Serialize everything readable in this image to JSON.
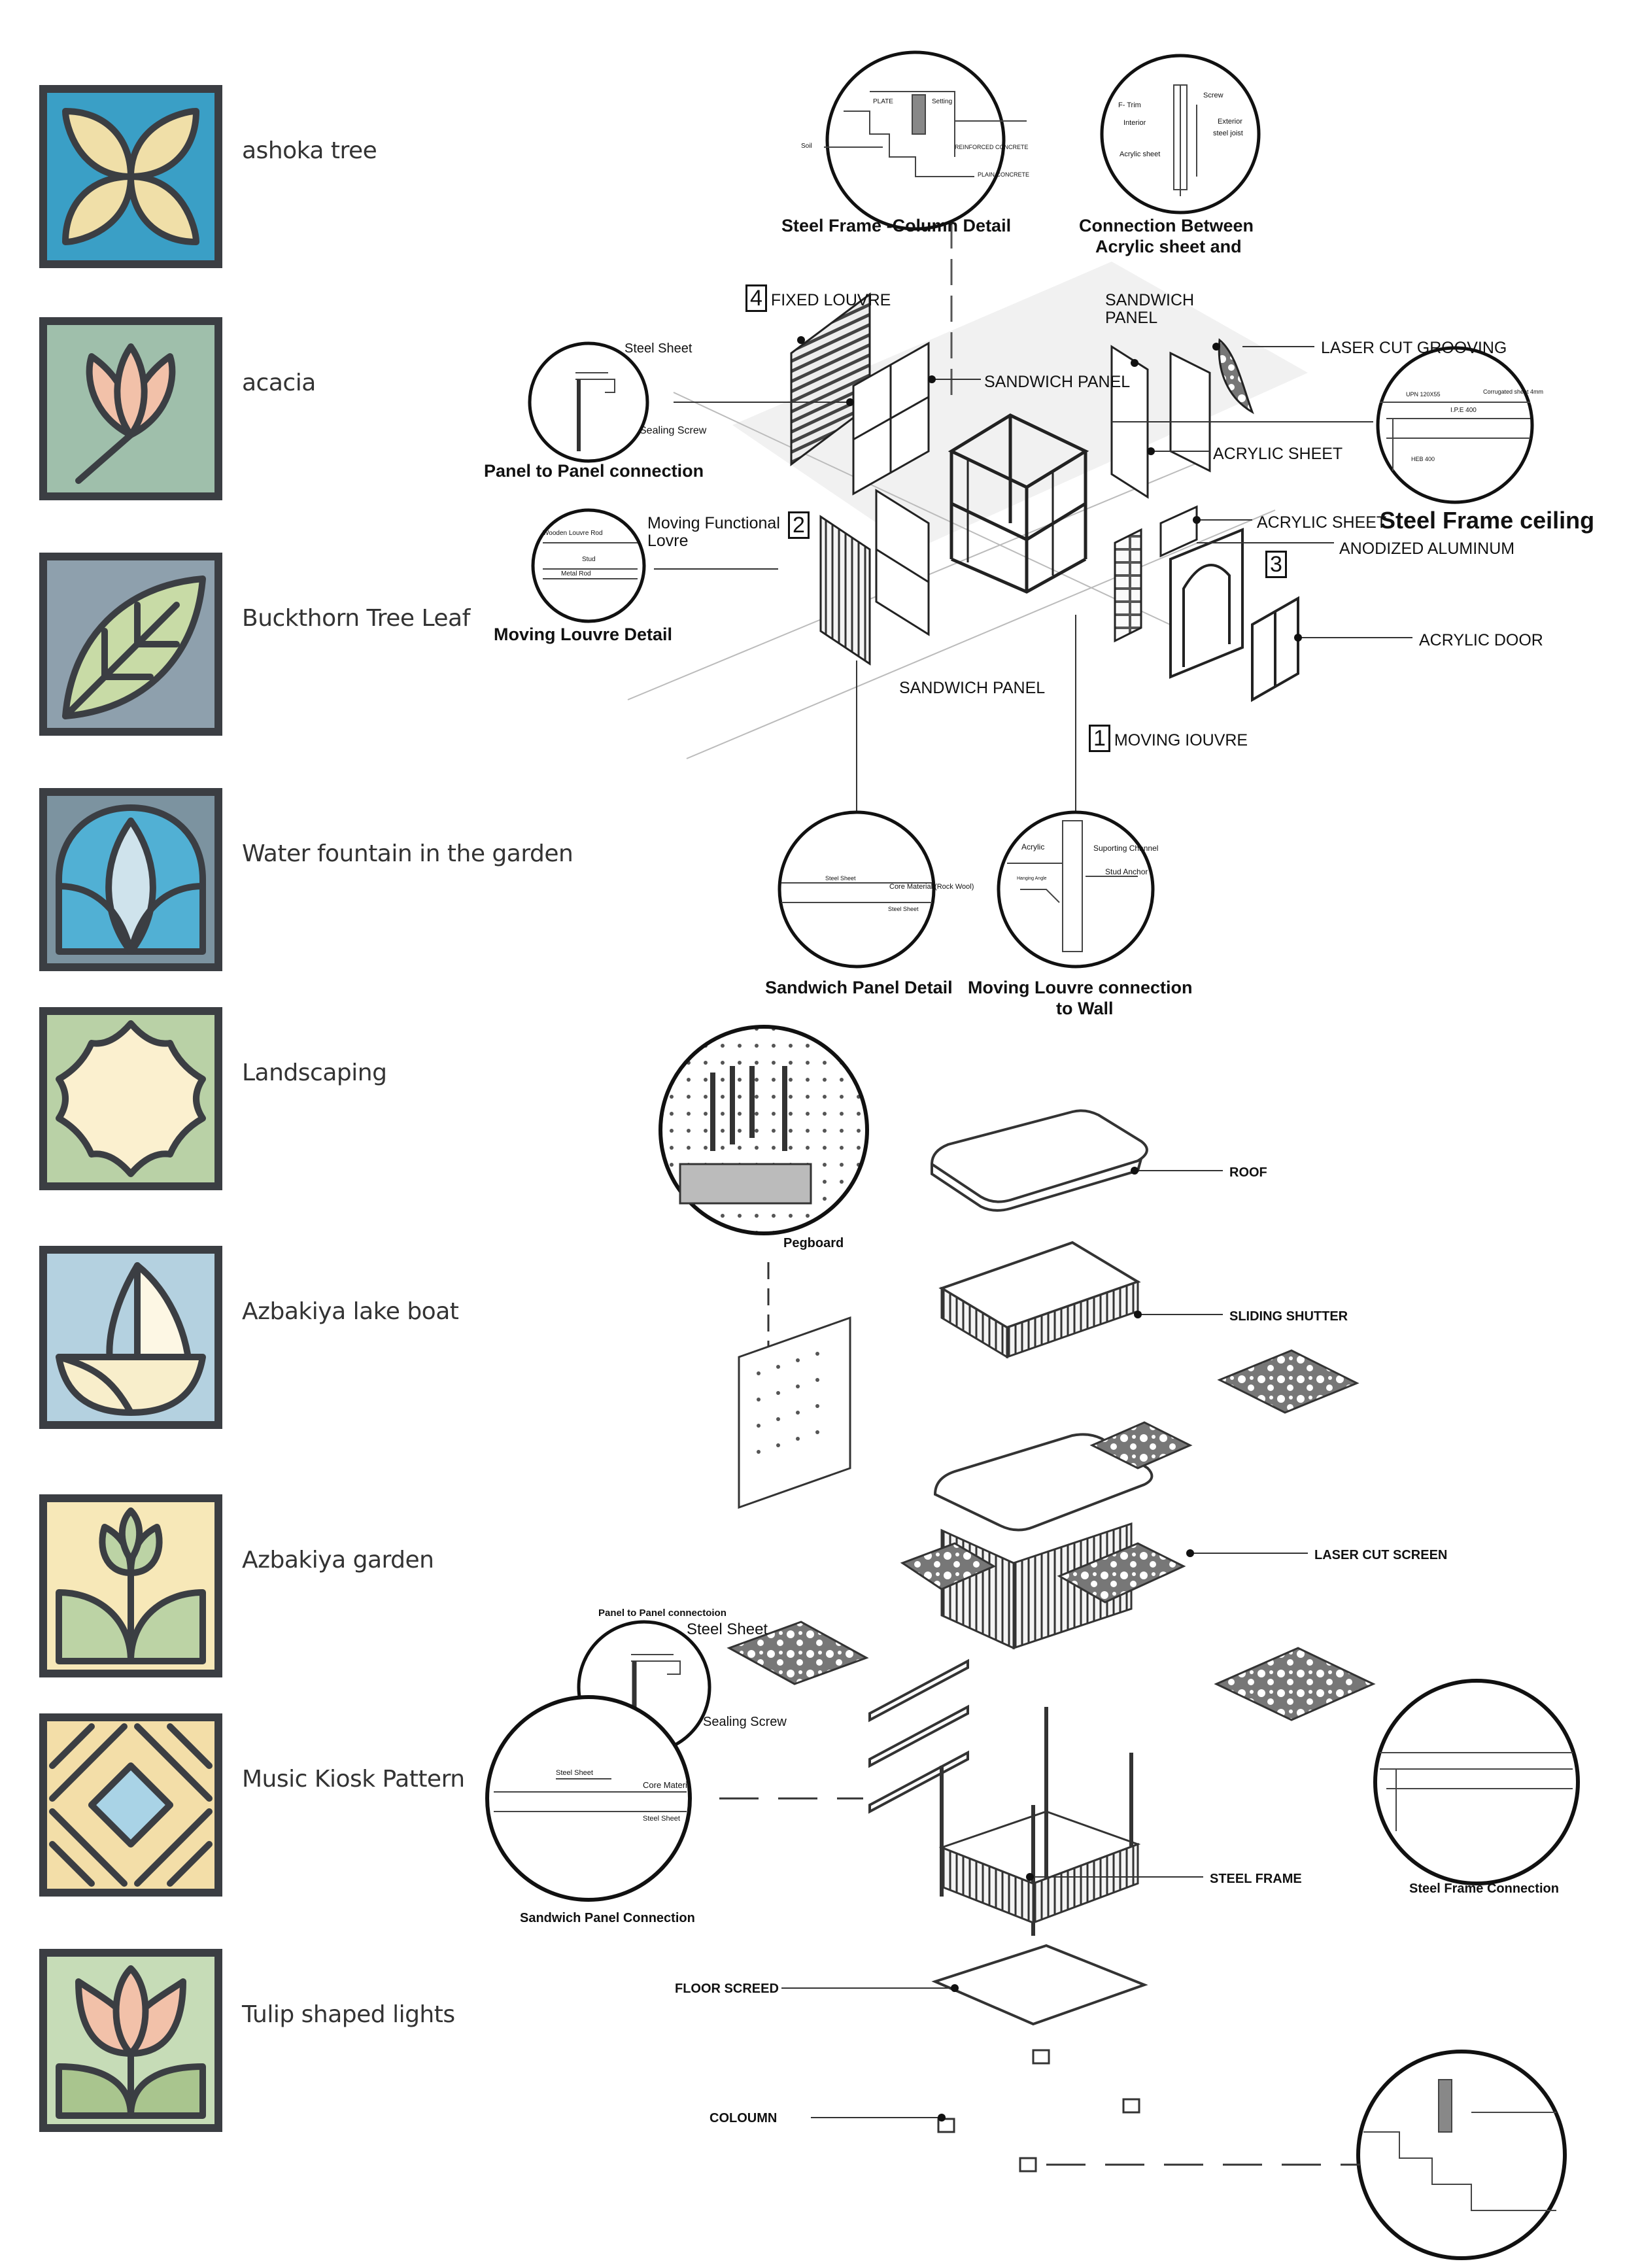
{
  "legend": {
    "items": [
      {
        "label": "ashoka tree",
        "motif": "ashoka-tree-icon",
        "bg": "#3a9fc6",
        "fill": "#f0dfa8"
      },
      {
        "label": "acacia",
        "motif": "acacia-flower-icon",
        "bg": "#9fbfab",
        "fill": "#f2c1a9"
      },
      {
        "label": "Buckthorn Tree Leaf",
        "motif": "buckthorn-leaf-icon",
        "bg": "#8ea0ad",
        "fill": "#c8dba6"
      },
      {
        "label": "Water fountain in the garden",
        "motif": "water-fountain-icon",
        "bg": "#7c93a0",
        "fill": "#51b0d4"
      },
      {
        "label": "Landscaping",
        "motif": "landscaping-flower-icon",
        "bg": "#b9d1a6",
        "fill": "#fbf0cf"
      },
      {
        "label": "Azbakiya lake boat",
        "motif": "boat-icon",
        "bg": "#b4d1e0",
        "fill": "#f8eecb"
      },
      {
        "label": "Azbakiya garden",
        "motif": "garden-plant-icon",
        "bg": "#f7e8b8",
        "fill": "#bcd3a5"
      },
      {
        "label": "Music Kiosk Pattern",
        "motif": "kiosk-pattern-icon",
        "bg": "#f3dea8",
        "fill": "#a9d3e6"
      },
      {
        "label": "Tulip shaped lights",
        "motif": "tulip-icon",
        "bg": "#c6dcb7",
        "fill": "#f2c1a9"
      }
    ],
    "stroke": "#3b3e43"
  },
  "top_diagram": {
    "details": {
      "column_detail": "Steel Frame -Column Detail",
      "acrylic_connection_line1": "Connection Between",
      "acrylic_connection_line2": "Acrylic sheet and",
      "panel_to_panel": "Panel to Panel connection",
      "moving_louvre_detail": "Moving Louvre Detail",
      "sandwich_panel_detail": "Sandwich Panel Detail",
      "moving_louvre_wall_line1": "Moving Louvre connection",
      "moving_louvre_wall_line2": "to Wall",
      "steel_frame_ceiling": "Steel Frame ceiling"
    },
    "labels": {
      "fixed_louvre_num": "4",
      "fixed_louvre": "FIXED LOUVRE",
      "sandwich_panel_top_line1": "SANDWICH",
      "sandwich_panel_top_line2": "PANEL",
      "laser_cut_grooving": "LASER CUT GROOVING",
      "sandwich_panel_mid": "SANDWICH PANEL",
      "acrylic_sheet_1": "ACRYLIC SHEET",
      "acrylic_sheet_2": "ACRYLIC SHEET",
      "anodized_aluminum": "ANODIZED ALUMINUM",
      "moving_functional_line1": "Moving Functional",
      "moving_functional_line2": "Lovre",
      "moving_functional_num": "2",
      "anodized_num": "3",
      "acrylic_door": "ACRYLIC DOOR",
      "sandwich_panel_bottom": "SANDWICH PANEL",
      "moving_louvre_num": "1",
      "moving_louvre": "MOVING IOUVRE",
      "steel_sheet": "Steel Sheet",
      "sealing_screw": "Sealing Screw"
    },
    "callout_text": {
      "plate": "PLATE",
      "setting": "Setting",
      "soil": "Soil",
      "reinforced": "REINFORCED CONCRETE",
      "plain": "PLAIN CONCRETE",
      "f_trim": "F- Trim",
      "screw": "Screw",
      "interior": "Interior",
      "exterior": "Exterior",
      "steel_joist": "steel joist",
      "acrylic_sheet": "Acrylic sheet",
      "upn": "UPN 120X55",
      "corrugated": "Corrugated sheet 4mm",
      "ipe": "I.P.E 400",
      "heb": "HEB 400",
      "wooden_louvre": "Wooden Louvre Rod",
      "stud": "Stud",
      "metal_rod": "Metal Rod",
      "core_material": "Core Material (Rock Wool)",
      "steel_sheet_small": "Steel Sheet",
      "acrylic": "Acrylic",
      "supporting_channel": "Suporting Channel",
      "stud_anchor": "Stud Anchor",
      "hanging_angle": "Hanging Angle"
    }
  },
  "bottom_diagram": {
    "labels": {
      "pegboard": "Pegboard",
      "roof": "ROOF",
      "sliding_shutter": "SLIDING SHUTTER",
      "laser_cut_screen": "LASER CUT SCREEN",
      "panel_to_panel_small": "Panel to Panel connectoion",
      "steel_sheet": "Steel Sheet",
      "sealing_screw": "Sealing Screw",
      "steel_sheet_small": "Steel Sheet",
      "core_material": "Core Materi",
      "sandwich_panel_connection": "Sandwich Panel Connection",
      "steel_frame": "STEEL FRAME",
      "steel_frame_connection": "Steel Frame Connection",
      "floor_screed": "FLOOR  SCREED",
      "coloumn": "COLOUMN"
    }
  }
}
